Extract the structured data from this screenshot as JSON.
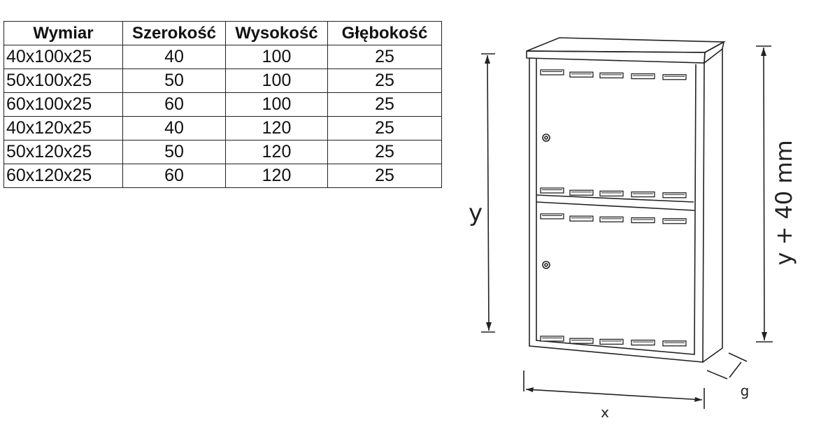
{
  "table": {
    "headers": [
      "Wymiar",
      "Szerokość",
      "Wysokość",
      "Głębokość"
    ],
    "rows": [
      [
        "40x100x25",
        "40",
        "100",
        "25"
      ],
      [
        "50x100x25",
        "50",
        "100",
        "25"
      ],
      [
        "60x100x25",
        "60",
        "100",
        "25"
      ],
      [
        "40x120x25",
        "40",
        "120",
        "25"
      ],
      [
        "50x120x25",
        "50",
        "120",
        "25"
      ],
      [
        "60x120x25",
        "60",
        "120",
        "25"
      ]
    ]
  },
  "diagram": {
    "label_height": "y",
    "label_total_height": "y + 40 mm",
    "label_width": "x",
    "label_depth": "g"
  }
}
